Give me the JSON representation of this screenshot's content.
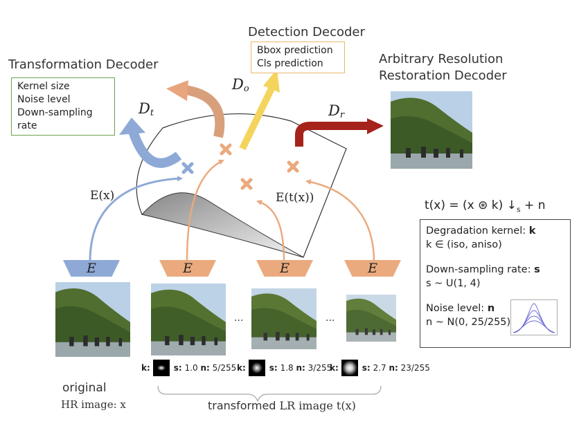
{
  "transformation_decoder": {
    "title": "Transformation Decoder",
    "items": [
      "Kernel size",
      "Noise level",
      "Down-sampling rate"
    ],
    "label_main": "D",
    "label_sub": "t"
  },
  "detection_decoder": {
    "title": "Detection Decoder",
    "items": [
      "Bbox prediction",
      "Cls prediction"
    ],
    "label_main": "D",
    "label_sub": "o"
  },
  "restoration_decoder": {
    "title_line1": "Arbitrary Resolution",
    "title_line2": "Restoration Decoder",
    "label_main": "D",
    "label_sub": "r"
  },
  "encoder_label": "E",
  "feature_labels": {
    "ex": "E(x)",
    "etx": "E(t(x))"
  },
  "formula": {
    "lhs": "t(x) = (x ⊛ k) ↓",
    "sub": "s",
    "rhs": " + n"
  },
  "degradation": {
    "kernel_label": "Degradation kernel: ",
    "kernel_sym": "k",
    "kernel_domain": "k ∈ (iso, aniso)",
    "rate_label": "Down-sampling rate: ",
    "rate_sym": "s",
    "rate_dist": "s ~ U(1, 4)",
    "noise_label": "Noise level: ",
    "noise_sym": "n",
    "noise_dist": "n ~ N(0, 25/255)"
  },
  "samples": [
    {
      "k": "k:",
      "s_label": "s:",
      "s_value": "1.0",
      "n_label": "n:",
      "n_value": "5/255"
    },
    {
      "k": "k:",
      "s_label": "s:",
      "s_value": "1.8",
      "n_label": "n:",
      "n_value": "3/255"
    },
    {
      "k": "k:",
      "s_label": "s:",
      "s_value": "2.7",
      "n_label": "n:",
      "n_value": "23/255"
    }
  ],
  "ellipsis": "...",
  "captions": {
    "original_top": "original",
    "original_bottom": "HR image: x",
    "transformed_a": "transformed ",
    "transformed_b": "LR image t(x)"
  },
  "colors": {
    "blue": "#8ea9d6",
    "orange": "#eaaa7e",
    "brown": "#c88f5e",
    "yellow": "#f5d45e",
    "darkred": "#a5231b",
    "green_border": "#6aa14f",
    "orange_border": "#e8b86a"
  }
}
